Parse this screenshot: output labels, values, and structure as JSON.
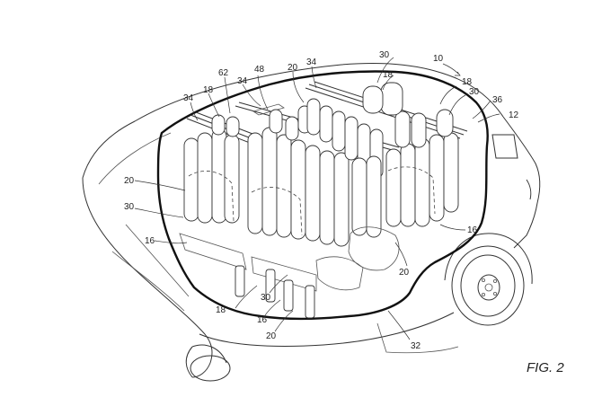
{
  "figure": {
    "caption": "FIG. 2",
    "reference_numerals": [
      {
        "id": "ref-10",
        "text": "10"
      },
      {
        "id": "ref-12",
        "text": "12"
      },
      {
        "id": "ref-16-left",
        "text": "16"
      },
      {
        "id": "ref-16-bottom",
        "text": "16"
      },
      {
        "id": "ref-16-right",
        "text": "16"
      },
      {
        "id": "ref-18-top-left",
        "text": "18"
      },
      {
        "id": "ref-18-top-right",
        "text": "18"
      },
      {
        "id": "ref-18-right",
        "text": "18"
      },
      {
        "id": "ref-18-bottom",
        "text": "18"
      },
      {
        "id": "ref-20-left",
        "text": "20"
      },
      {
        "id": "ref-20-top",
        "text": "20"
      },
      {
        "id": "ref-20-center",
        "text": "20"
      },
      {
        "id": "ref-20-bottom",
        "text": "20"
      },
      {
        "id": "ref-30-top",
        "text": "30"
      },
      {
        "id": "ref-30-right",
        "text": "30"
      },
      {
        "id": "ref-30-left",
        "text": "30"
      },
      {
        "id": "ref-30-bottom",
        "text": "30"
      },
      {
        "id": "ref-32",
        "text": "32"
      },
      {
        "id": "ref-34-left",
        "text": "34"
      },
      {
        "id": "ref-34-mid",
        "text": "34"
      },
      {
        "id": "ref-34-top",
        "text": "34"
      },
      {
        "id": "ref-36",
        "text": "36"
      },
      {
        "id": "ref-48",
        "text": "48"
      },
      {
        "id": "ref-62",
        "text": "62"
      }
    ]
  }
}
